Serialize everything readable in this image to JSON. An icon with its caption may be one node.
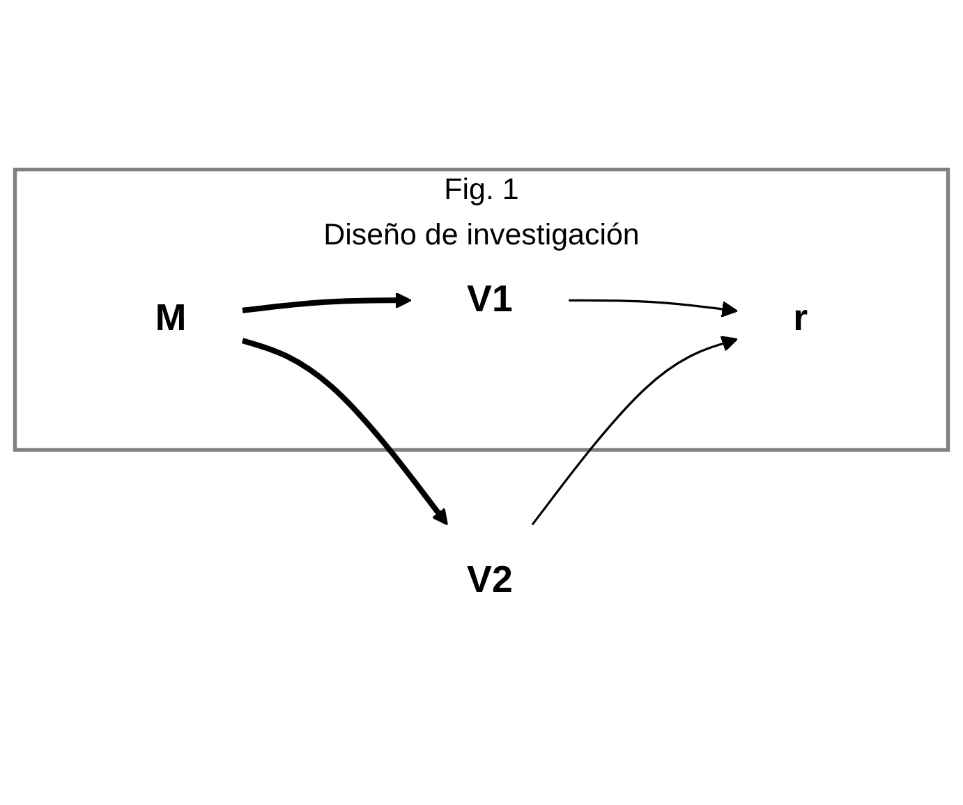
{
  "diagram": {
    "nodes": [
      {
        "text": [
          "Fig. 1",
          "Diseño de investigación"
        ]
      },
      {
        "text": [
          "M"
        ],
        "in": 0
      },
      {
        "text": [
          "V1"
        ],
        "in": 0
      },
      {
        "text": [
          "r"
        ],
        "in": 0
      },
      {
        "text": [
          "V2"
        ]
      }
    ],
    "edges": [
      {
        "from": 1,
        "to": 2,
        "arrow": "to",
        "style": "thick"
      },
      {
        "from": 1,
        "to": 4,
        "arrow": "to",
        "style": "thick"
      },
      {
        "from": 2,
        "to": 3,
        "arrow": "to"
      },
      {
        "from": 4,
        "to": 3,
        "arrow": "to"
      }
    ]
  }
}
